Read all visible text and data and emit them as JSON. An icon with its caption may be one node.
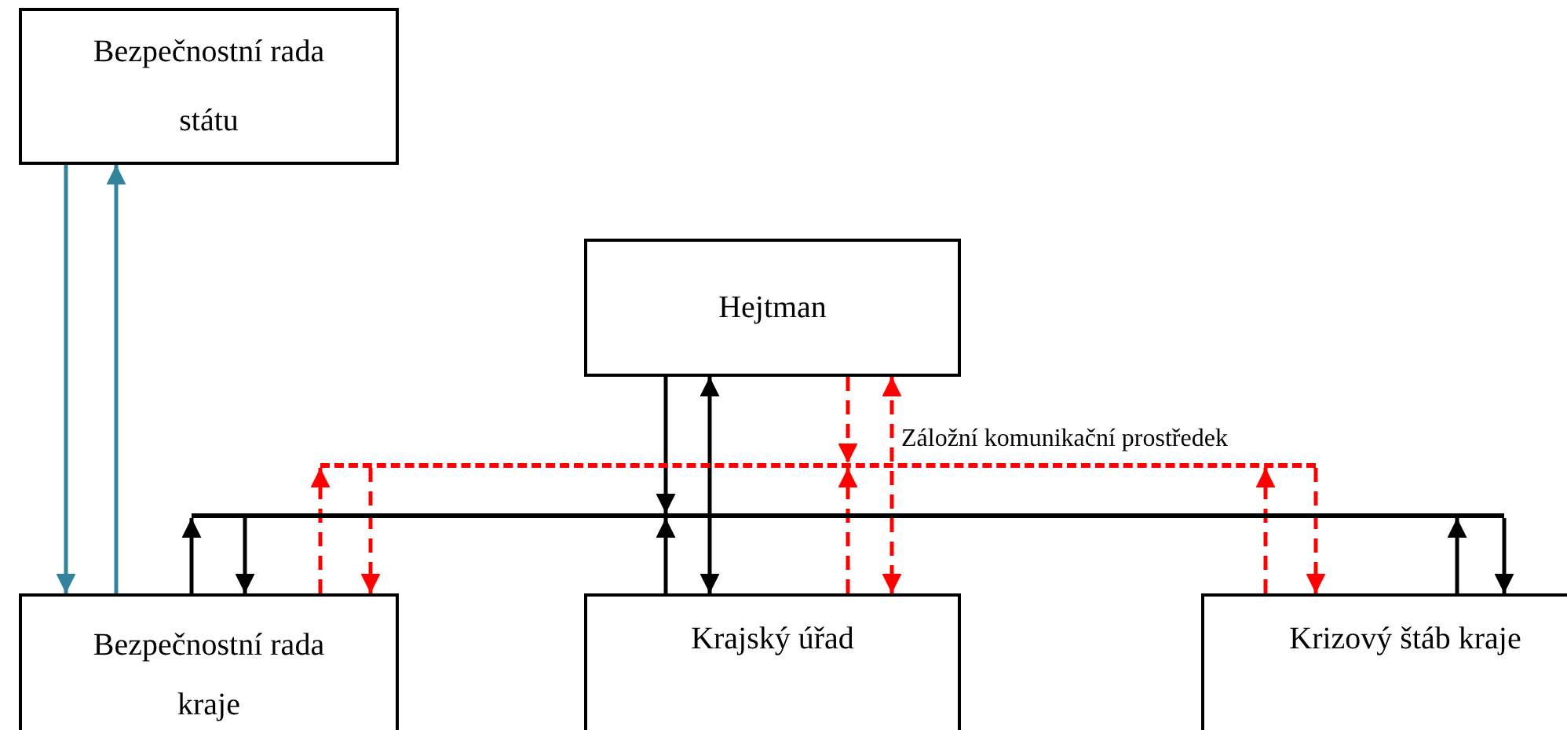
{
  "diagram": {
    "nodes": [
      {
        "text": [
          "Bezpečnostní rada státu"
        ]
      },
      {
        "text": [
          "Hejtman"
        ]
      },
      {
        "text": [],
        "shape": "bar"
      },
      {
        "text": [],
        "shape": "bar"
      },
      {
        "text": [
          "Bezpečnostní rada kraje"
        ]
      },
      {
        "text": [
          "Krajský úřad"
        ]
      },
      {
        "text": [
          "Krizový štáb kraje"
        ]
      }
    ],
    "edges": [
      {
        "from": 0,
        "to": 4,
        "arrow": "to",
        "color": "#31849b"
      },
      {
        "from": 4,
        "to": 0,
        "arrow": "to",
        "color": "#31849b"
      },
      {
        "from": 4,
        "to": 3,
        "arrow": "to"
      },
      {
        "from": 3,
        "to": 4,
        "arrow": "to"
      },
      {
        "from": 4,
        "to": 2,
        "arrow": "to",
        "style": "dashed",
        "color": "#ff0000"
      },
      {
        "from": 2,
        "to": 4,
        "arrow": "to",
        "style": "dashed",
        "color": "#ff0000"
      },
      {
        "from": 1,
        "to": 3,
        "arrow": "to"
      },
      {
        "from": 5,
        "to": 3,
        "arrow": "to"
      },
      {
        "from": 1,
        "to": 5,
        "arrow": "both"
      },
      {
        "from": 1,
        "to": 2,
        "arrow": "to",
        "style": "dashed",
        "color": "#ff0000"
      },
      {
        "from": 5,
        "to": 2,
        "arrow": "to",
        "style": "dashed",
        "color": "#ff0000"
      },
      {
        "from": 1,
        "to": 5,
        "arrow": "both",
        "style": "dashed",
        "color": "#ff0000"
      },
      {
        "from": 6,
        "to": 2,
        "arrow": "to",
        "style": "dashed",
        "color": "#ff0000"
      },
      {
        "from": 2,
        "to": 6,
        "arrow": "to",
        "style": "dashed",
        "color": "#ff0000"
      },
      {
        "from": 6,
        "to": 3,
        "arrow": "to"
      },
      {
        "from": 3,
        "to": 6,
        "arrow": "to"
      }
    ],
    "labels": [
      "Záložní komunikační prostředek"
    ]
  }
}
